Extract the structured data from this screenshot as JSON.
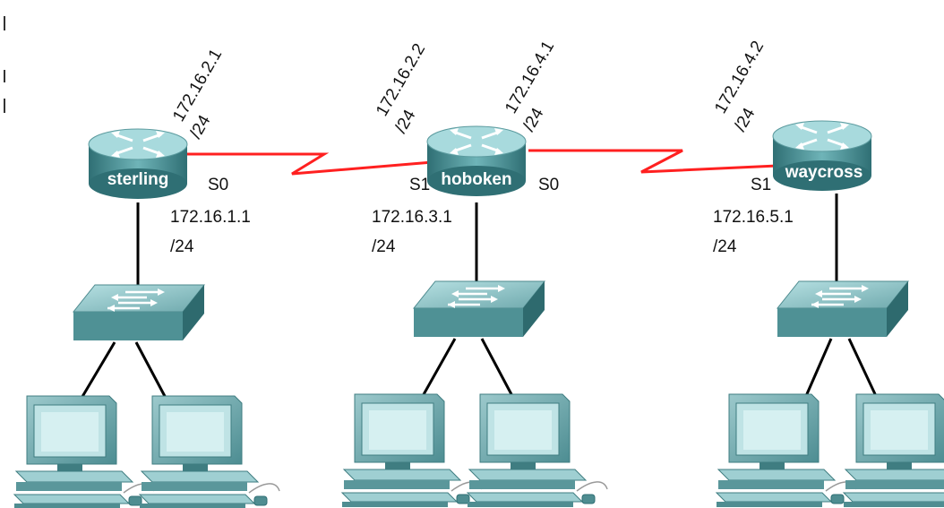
{
  "routers": [
    {
      "name": "sterling",
      "s_ip": "172.16.2.1",
      "s_mask": "/24",
      "s_if": "S0",
      "lan_ip": "172.16.1.1",
      "lan_mask": "/24"
    },
    {
      "name": "hoboken",
      "s_ip_left": "172.16.2.2",
      "s_mask_left": "/24",
      "s_if_left": "S1",
      "s_ip_right": "172.16.4.1",
      "s_mask_right": "/24",
      "s_if_right": "S0",
      "lan_ip": "172.16.3.1",
      "lan_mask": "/24"
    },
    {
      "name": "waycross",
      "s_ip": "172.16.4.2",
      "s_mask": "/24",
      "s_if": "S1",
      "lan_ip": "172.16.5.1",
      "lan_mask": "/24"
    }
  ],
  "colors": {
    "serial_link": "#ff2020",
    "device_body": "#5f9ea0",
    "device_top": "#9fd3d6",
    "cable": "#000000"
  },
  "icons": {
    "router": "router-icon",
    "switch": "switch-icon",
    "pc": "pc-icon"
  }
}
